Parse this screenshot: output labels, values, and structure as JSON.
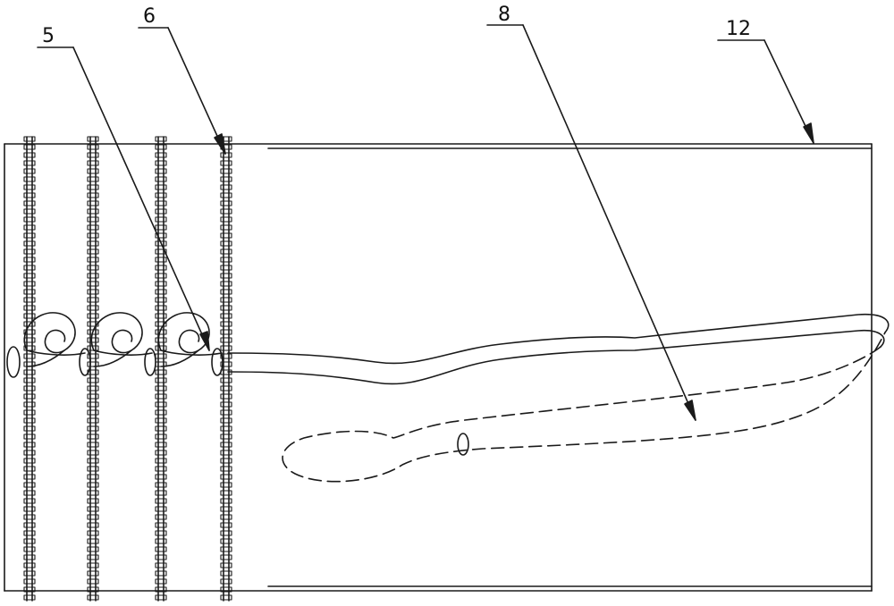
{
  "labels": {
    "item_5": "5",
    "item_6": "6",
    "item_8": "8",
    "item_12": "12"
  },
  "chain_strip_count": 4,
  "line_color": "#1a1a1a"
}
